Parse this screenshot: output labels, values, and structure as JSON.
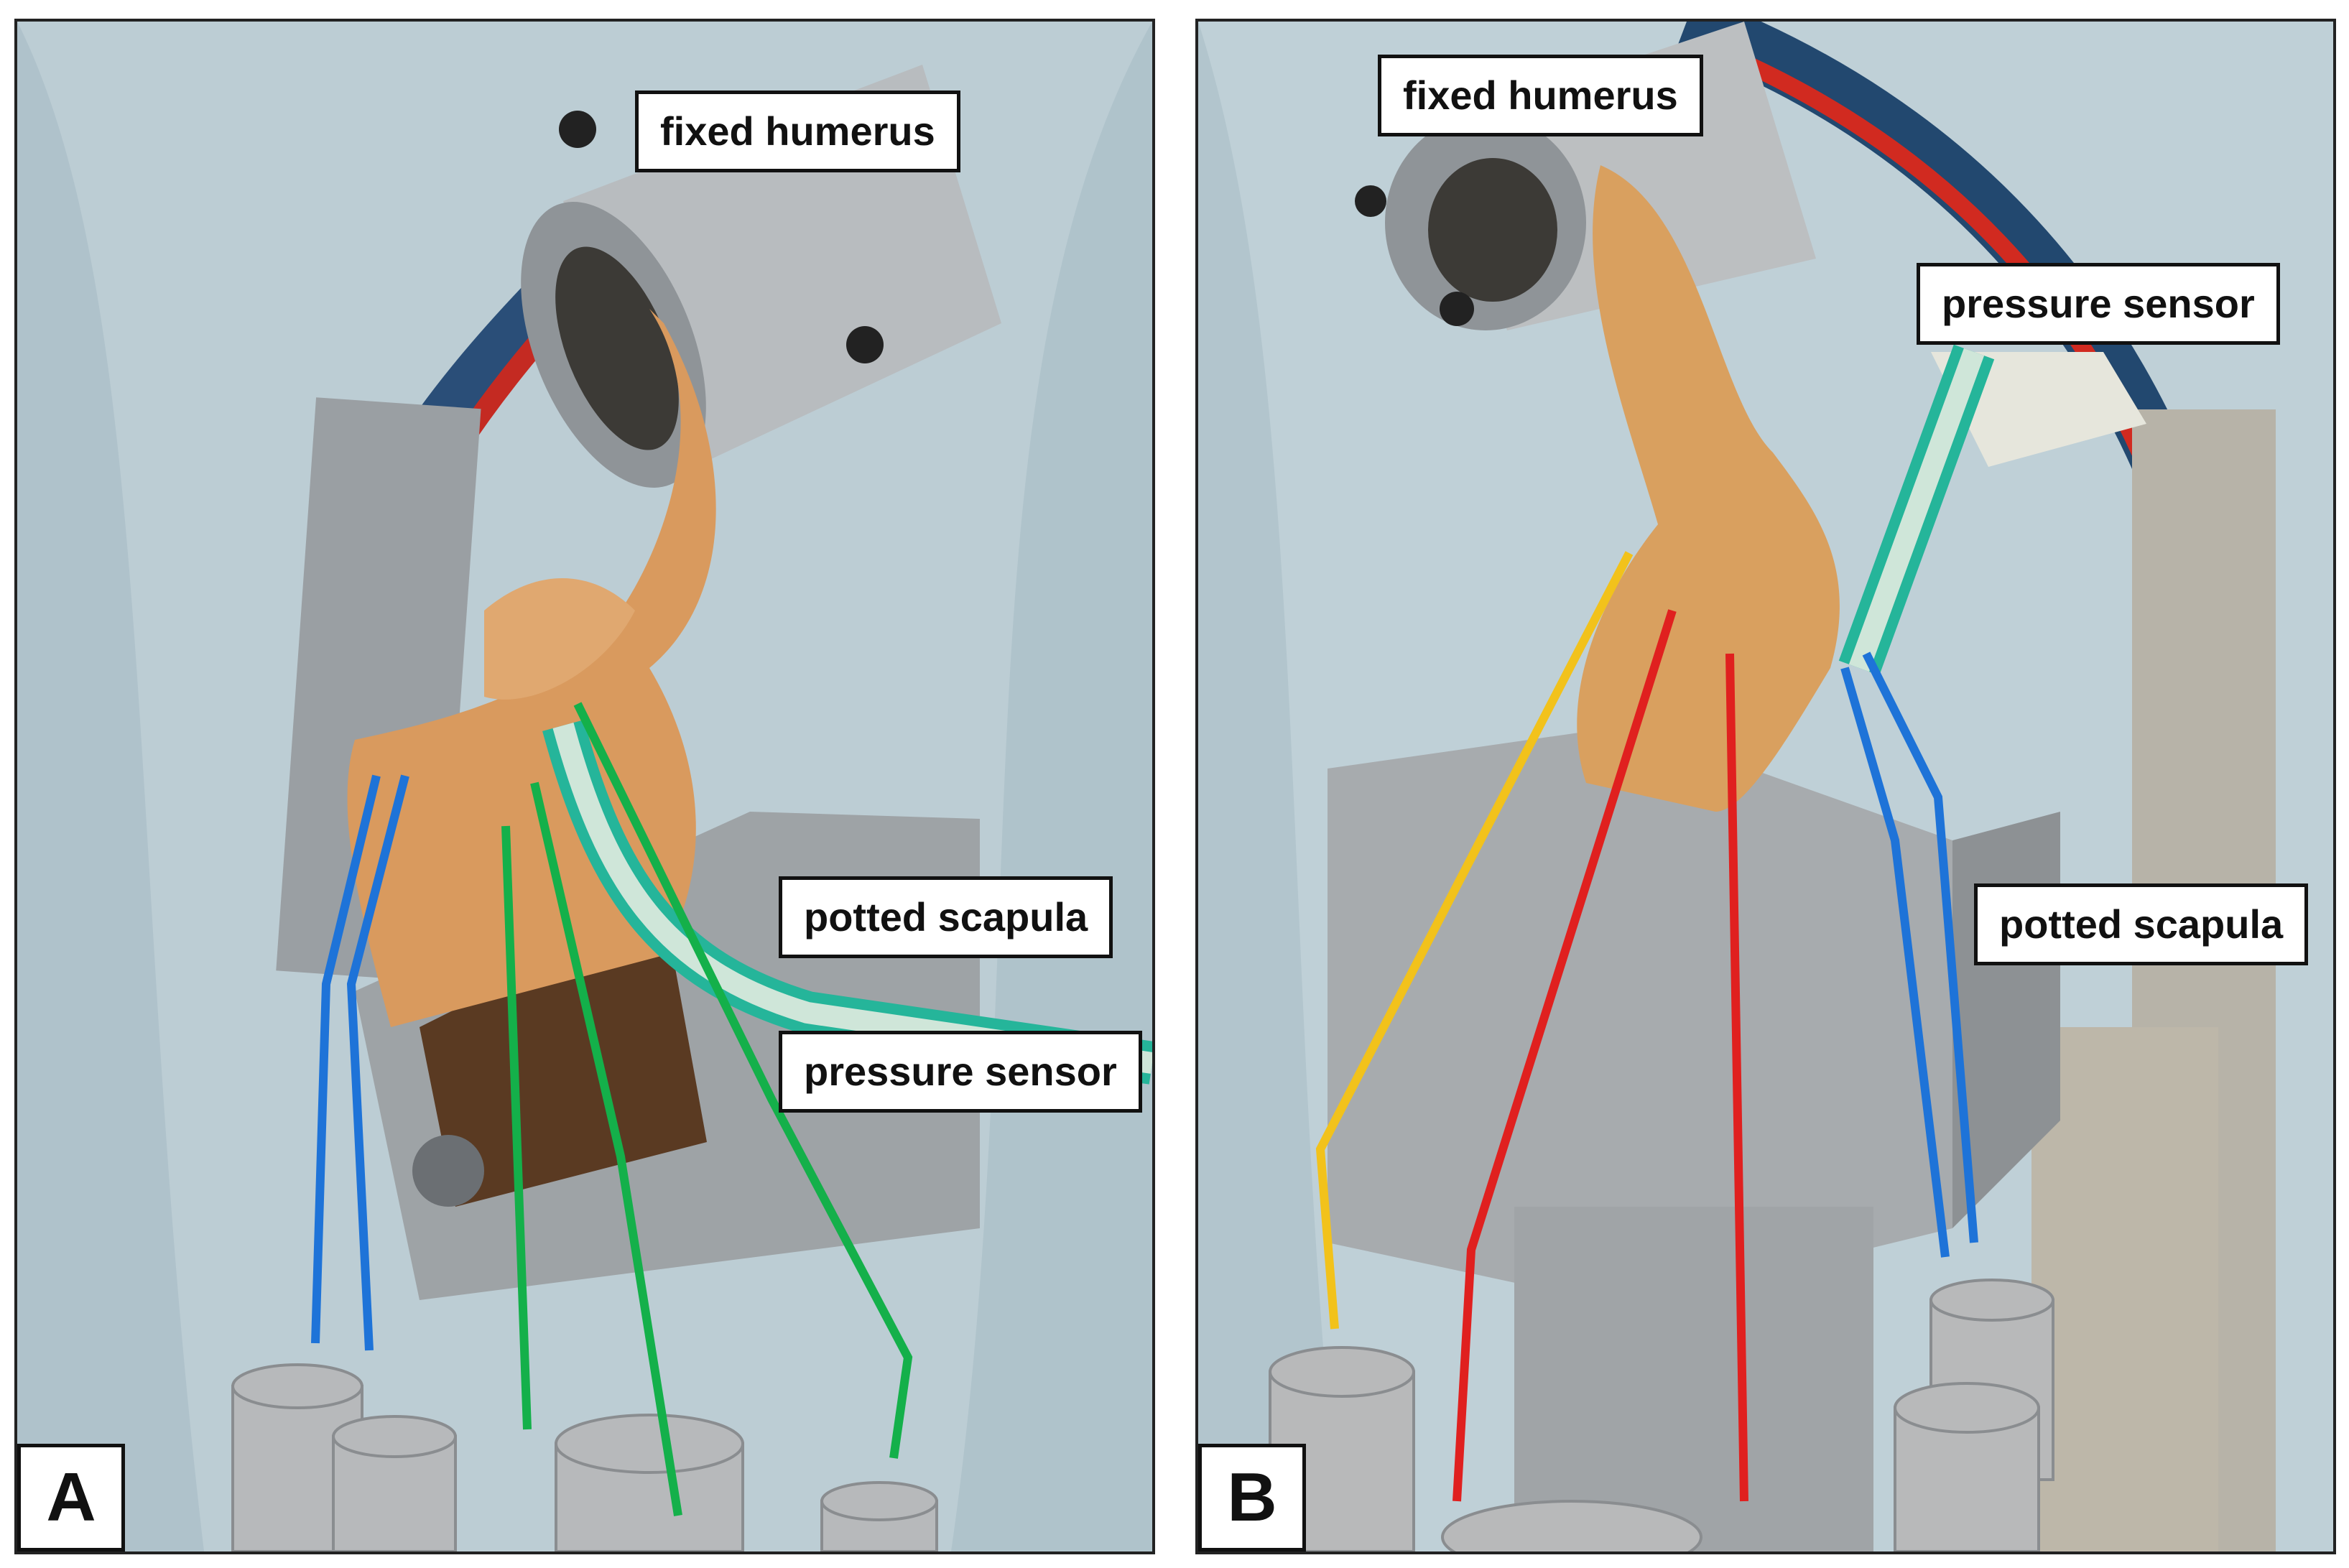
{
  "panels": [
    {
      "letter": "A",
      "labels": {
        "fixed_humerus": "fixed humerus",
        "potted_scapula": "potted scapula",
        "pressure_sensor": "pressure sensor"
      },
      "line_colors": {
        "blue": "#1e73d8",
        "green": "#14b04a",
        "sensor": "#25b59a"
      }
    },
    {
      "letter": "B",
      "labels": {
        "fixed_humerus": "fixed humerus",
        "pressure_sensor": "pressure sensor",
        "potted_scapula": "potted scapula"
      },
      "line_colors": {
        "yellow": "#f2c21b",
        "red": "#e0201f",
        "blue": "#1e73d8",
        "sensor": "#25b59a"
      }
    }
  ]
}
